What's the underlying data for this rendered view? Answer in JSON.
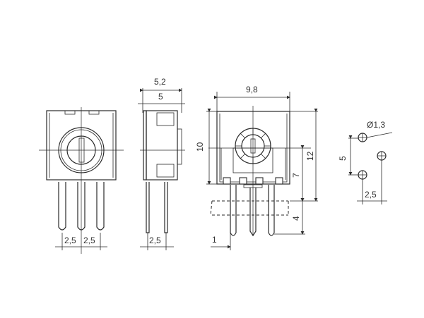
{
  "title": "Trimmer potentiometer dimensional drawing",
  "units": "mm",
  "views": {
    "front": {
      "pin_pitch_left": "2,5",
      "pin_pitch_right": "2,5"
    },
    "side": {
      "overall_depth": "5,2",
      "body_depth": "5",
      "pin_pitch": "2,5"
    },
    "rear": {
      "width": "9,8",
      "height": "10",
      "total_height": "12",
      "axis_height": "7",
      "pin_length": "4",
      "pin_offset": "1"
    },
    "pcb_layout": {
      "hole_diameter": "Ø1,3",
      "vertical_pitch": "5",
      "horizontal_pitch": "2,5"
    }
  }
}
